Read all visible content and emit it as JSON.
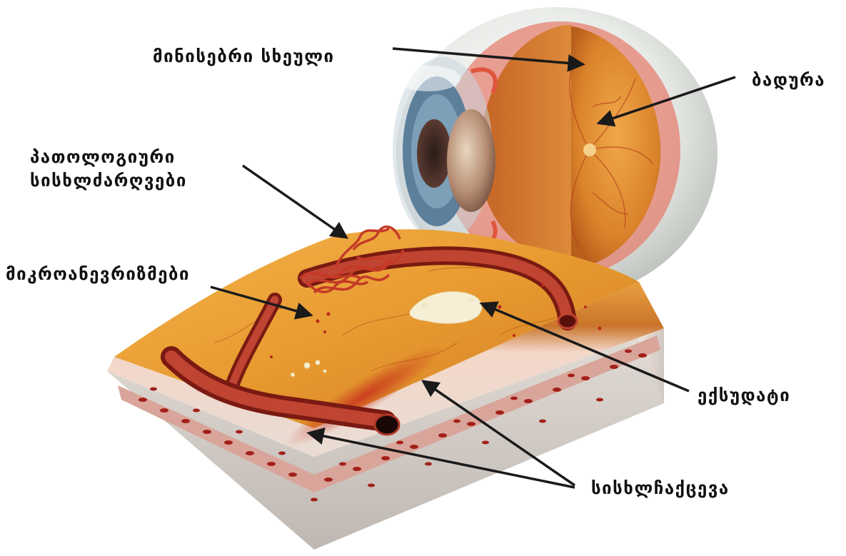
{
  "labels": {
    "vitreous_body": "მინისებრი სხეული",
    "retina": "ბადურა",
    "pathological_vessels_line1": "პათოლოგიური",
    "pathological_vessels_line2": "სისხლძარღვები",
    "microaneurysms": "მიკროანევრიზმები",
    "exudate": "ექსუდატი",
    "hemorrhage": "სისხლჩაქცევა"
  },
  "colors": {
    "retina_orange": "#e8a23a",
    "vessel_red": "#a8261a",
    "exudate_white": "#f6efd6",
    "arrow_black": "#1a1a1a",
    "sclera_white": "#eef0ec"
  }
}
